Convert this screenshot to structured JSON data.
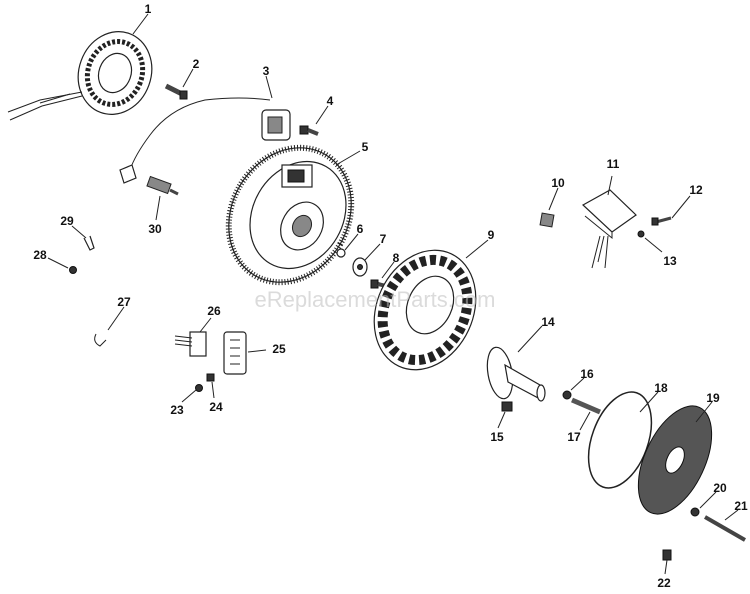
{
  "watermark": "eReplacementParts.com",
  "callouts": [
    "1",
    "2",
    "3",
    "4",
    "5",
    "6",
    "7",
    "8",
    "9",
    "10",
    "11",
    "12",
    "13",
    "14",
    "15",
    "16",
    "17",
    "18",
    "19",
    "20",
    "21",
    "22",
    "23",
    "24",
    "25",
    "26",
    "27",
    "28",
    "29",
    "30"
  ]
}
